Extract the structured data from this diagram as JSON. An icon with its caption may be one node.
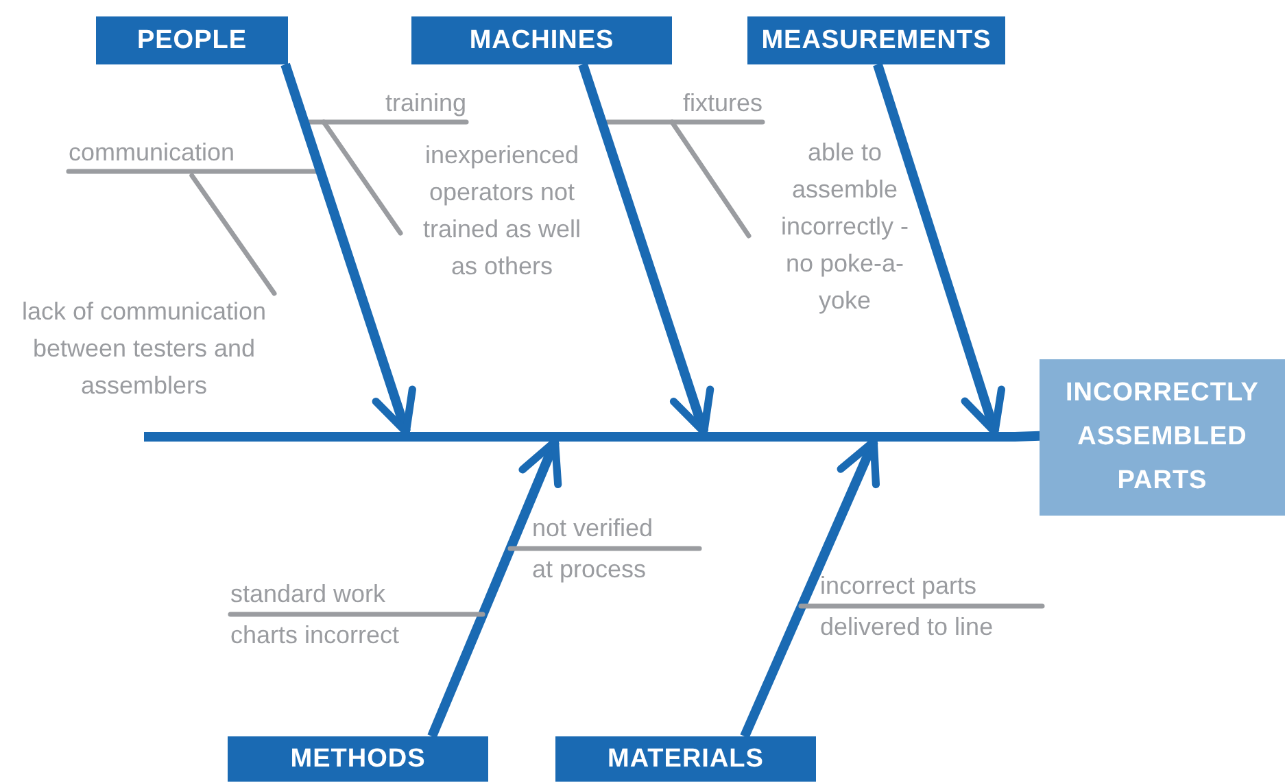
{
  "diagram": {
    "nodes": [
      {
        "text": [
          "PEOPLE"
        ]
      },
      {
        "text": [
          "MACHINES"
        ]
      },
      {
        "text": [
          "MEASUREMENTS"
        ]
      },
      {
        "text": [
          "training"
        ]
      },
      {
        "text": [
          "communication"
        ]
      },
      {
        "text": [
          "fixtures"
        ]
      },
      {
        "text": [
          "inexperienced operators not trained as well as others"
        ]
      },
      {
        "text": [
          "lack of communication between testers and assemblers"
        ]
      },
      {
        "text": [
          "able to assemble incorrectly - no poke-a-yoke"
        ]
      },
      {
        "text": [],
        "shape": "bar"
      },
      {
        "text": [
          "INCORRECTLY ASSEMBLED PARTS"
        ]
      },
      {
        "text": [
          "not verified at process"
        ]
      },
      {
        "text": [
          "standard work charts incorrect"
        ]
      },
      {
        "text": [
          "incorrect parts delivered to line"
        ]
      },
      {
        "text": [
          "METHODS"
        ]
      },
      {
        "text": [
          "MATERIALS"
        ]
      }
    ],
    "edges": [
      {
        "from": 3,
        "to": null,
        "arrow": "none"
      },
      {
        "from": 4,
        "to": null,
        "arrow": "none"
      },
      {
        "from": 6,
        "to": 3,
        "arrow": "none"
      },
      {
        "from": 7,
        "to": 4,
        "arrow": "none"
      },
      {
        "from": 5,
        "to": null,
        "arrow": "none"
      },
      {
        "from": 8,
        "to": 5,
        "arrow": "none"
      },
      {
        "from": 0,
        "to": 9,
        "arrow": "to",
        "style": "thick",
        "color": "#1a6ab3"
      },
      {
        "from": 1,
        "to": 9,
        "arrow": "to",
        "style": "thick",
        "color": "#1a6ab3"
      },
      {
        "from": 2,
        "to": 9,
        "arrow": "to",
        "style": "thick",
        "color": "#1a6ab3"
      },
      {
        "from": 14,
        "to": 9,
        "arrow": "to",
        "style": "thick",
        "color": "#1a6ab3"
      },
      {
        "from": 15,
        "to": 9,
        "arrow": "to",
        "style": "thick",
        "color": "#1a6ab3"
      },
      {
        "from": 11,
        "to": null,
        "arrow": "none"
      },
      {
        "from": 12,
        "to": null,
        "arrow": "none"
      },
      {
        "from": 13,
        "to": null,
        "arrow": "none"
      },
      {
        "from": 9,
        "to": 10,
        "arrow": "none",
        "style": "thick",
        "color": "#1a6ab3"
      }
    ]
  }
}
